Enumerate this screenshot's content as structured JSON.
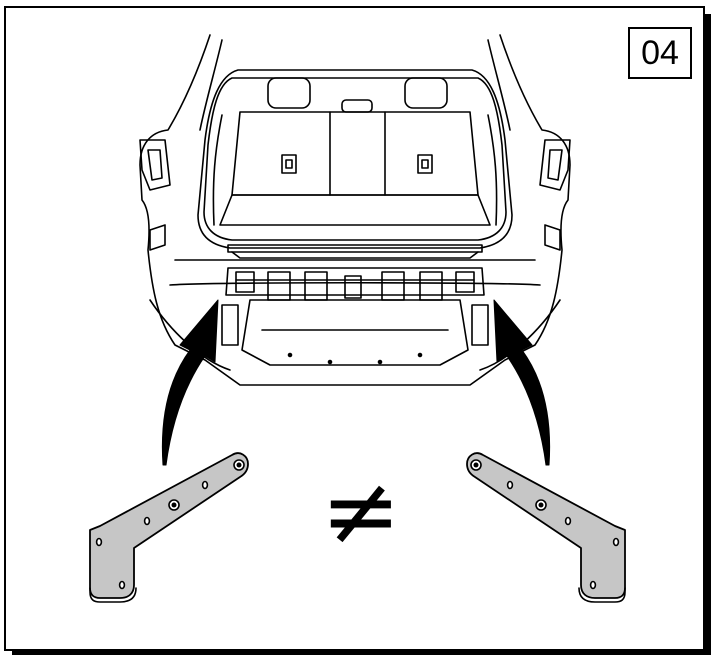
{
  "step": {
    "number": "04"
  },
  "symbol": {
    "not_equal": "≠"
  },
  "colors": {
    "line": "#000000",
    "bracket_fill": "#c6c6c6",
    "background": "#ffffff"
  },
  "icons": {
    "arrow_left": "curved-arrow-up-right-icon",
    "arrow_right": "curved-arrow-up-left-icon",
    "bracket_left": "mounting-bracket-left",
    "bracket_right": "mounting-bracket-right"
  }
}
